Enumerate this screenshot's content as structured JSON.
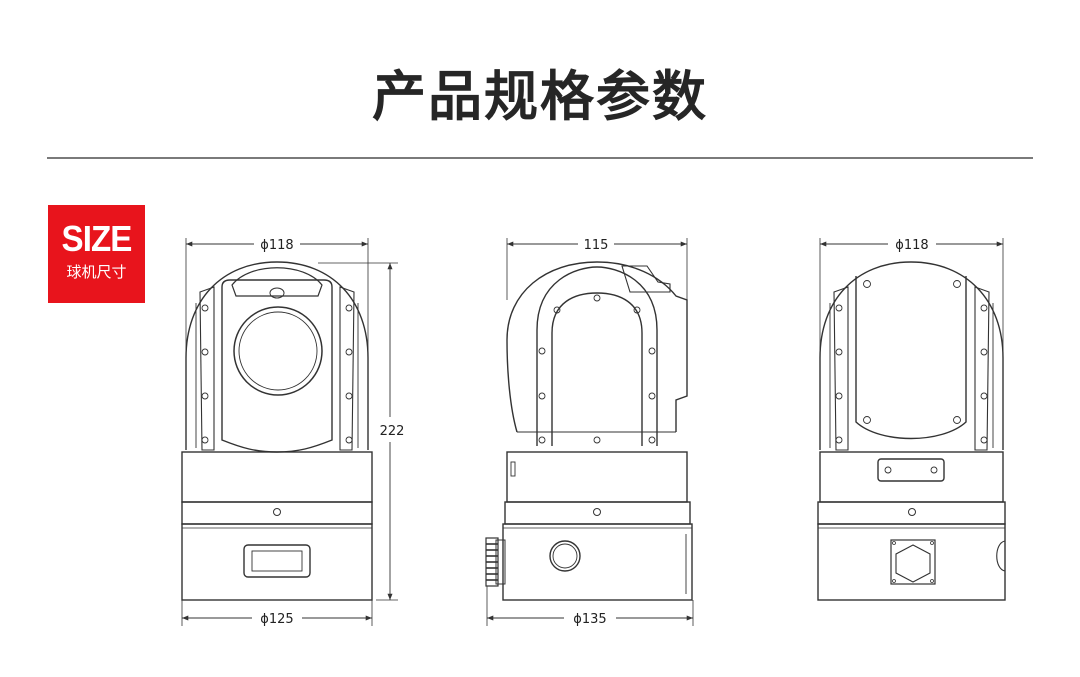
{
  "header": {
    "title": "产品规格参数"
  },
  "badge": {
    "main": "SIZE",
    "sub": "球机尺寸"
  },
  "dimensions": {
    "front_top": "ϕ118",
    "front_height": "222",
    "front_bottom": "ϕ125",
    "side_top": "115",
    "side_bottom": "ϕ135",
    "back_top": "ϕ118"
  },
  "colors": {
    "accent": "#e8141c",
    "line": "#333333",
    "title": "#262626"
  }
}
